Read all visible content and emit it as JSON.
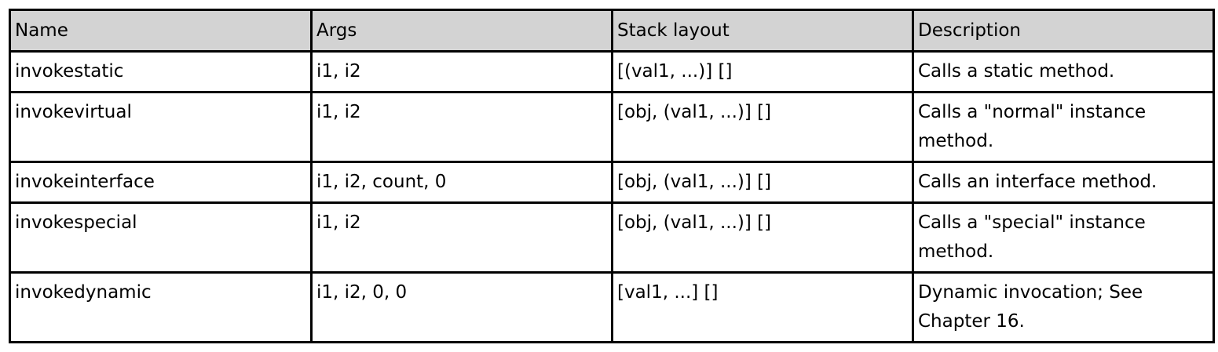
{
  "table": {
    "headers": [
      "Name",
      "Args",
      "Stack layout",
      "Description"
    ],
    "rows": [
      {
        "name": "invokestatic",
        "args": "i1, i2",
        "stack": "[(val1, ...)]  []",
        "description": "Calls a static method."
      },
      {
        "name": "invokevirtual",
        "args": "i1, i2",
        "stack": "[obj, (val1, ...)]  []",
        "description": "Calls a \"normal\" instance method."
      },
      {
        "name": "invokeinterface",
        "args": "i1, i2, count, 0",
        "stack": "[obj, (val1, ...)]  []",
        "description": "Calls an interface method."
      },
      {
        "name": "invokespecial",
        "args": "i1, i2",
        "stack": "[obj, (val1, ...)]  []",
        "description": "Calls a \"special\" instance method."
      },
      {
        "name": "invokedynamic",
        "args": "i1, i2, 0, 0",
        "stack": "[val1, ...]  []",
        "description": "Dynamic invocation; See Chapter 16."
      }
    ]
  }
}
